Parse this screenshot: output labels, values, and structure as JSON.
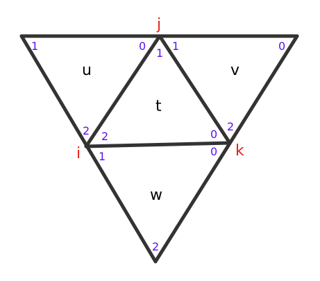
{
  "colors": {
    "edge": "#333333",
    "face_label": "#000000",
    "vertex_label": "#e8211a",
    "corner_index": "#5b10f2"
  },
  "vertices": {
    "j": "j",
    "i": "i",
    "k": "k"
  },
  "faces": {
    "u": "u",
    "v": "v",
    "t": "t",
    "w": "w"
  },
  "corner_indices": {
    "u_top_left": "1",
    "u_top_right": "0",
    "u_bottom": "2",
    "v_top_left": "1",
    "v_top_right": "0",
    "v_bottom": "2",
    "t_top": "1",
    "t_left": "2",
    "t_right": "0",
    "w_left": "1",
    "w_right": "0",
    "w_bottom": "2"
  }
}
